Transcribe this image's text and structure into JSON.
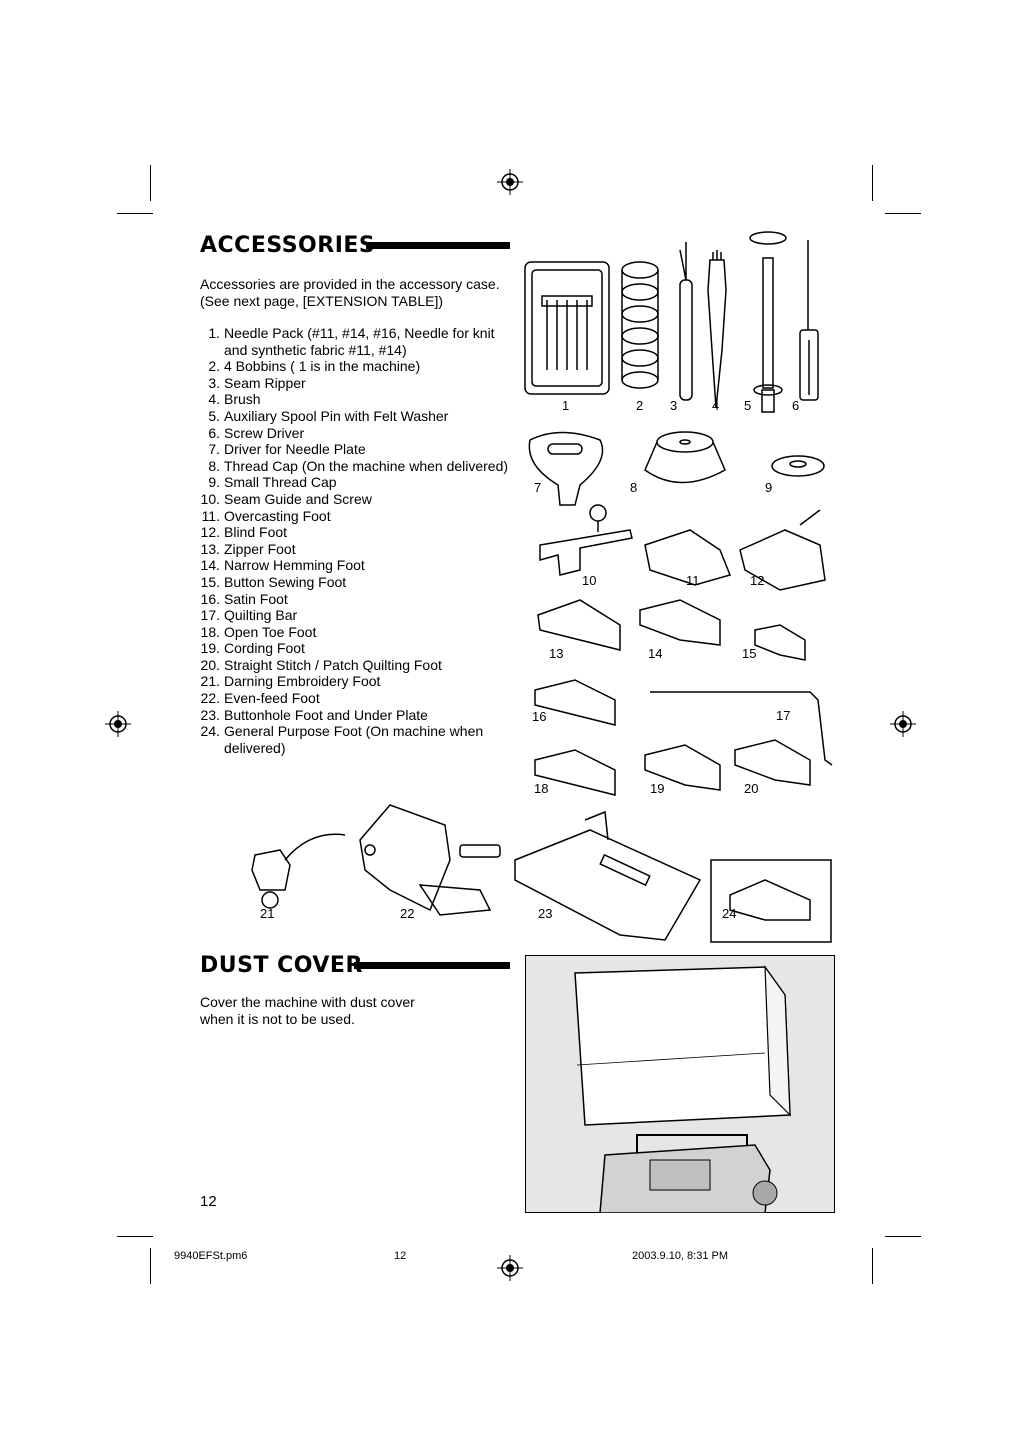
{
  "accessories": {
    "title": "ACCESSORIES",
    "intro_line1": "Accessories are provided in the accessory case.",
    "intro_line2": "(See next page, [EXTENSION TABLE])",
    "items": [
      {
        "num": "1.",
        "text": "Needle Pack (#11, #14, #16, Needle for knit",
        "text2": "and synthetic fabric #11, #14)"
      },
      {
        "num": "2.",
        "text": "4 Bobbins ( 1 is in the machine)"
      },
      {
        "num": "3.",
        "text": "Seam Ripper"
      },
      {
        "num": "4.",
        "text": "Brush"
      },
      {
        "num": "5.",
        "text": "Auxiliary Spool Pin with Felt Washer"
      },
      {
        "num": "6.",
        "text": "Screw Driver"
      },
      {
        "num": "7.",
        "text": "Driver for Needle Plate"
      },
      {
        "num": "8.",
        "text": "Thread Cap (On the machine when delivered)"
      },
      {
        "num": "9.",
        "text": "Small Thread Cap"
      },
      {
        "num": "10.",
        "text": "Seam Guide and Screw"
      },
      {
        "num": "11.",
        "text": "Overcasting Foot"
      },
      {
        "num": "12.",
        "text": "Blind Foot"
      },
      {
        "num": "13.",
        "text": "Zipper Foot"
      },
      {
        "num": "14.",
        "text": "Narrow Hemming Foot"
      },
      {
        "num": "15.",
        "text": "Button Sewing Foot"
      },
      {
        "num": "16.",
        "text": "Satin Foot"
      },
      {
        "num": "17.",
        "text": "Quilting Bar"
      },
      {
        "num": "18.",
        "text": "Open Toe Foot"
      },
      {
        "num": "19.",
        "text": "Cording Foot"
      },
      {
        "num": "20.",
        "text": "Straight Stitch / Patch Quilting Foot"
      },
      {
        "num": "21.",
        "text": "Darning Embroidery Foot"
      },
      {
        "num": "22.",
        "text": "Even-feed Foot"
      },
      {
        "num": "23.",
        "text": "Buttonhole Foot and Under Plate"
      },
      {
        "num": "24.",
        "text": "General Purpose Foot (On machine when",
        "text2": "delivered)"
      }
    ],
    "figure_labels": [
      "1",
      "2",
      "3",
      "4",
      "5",
      "6",
      "7",
      "8",
      "9",
      "10",
      "11",
      "12",
      "13",
      "14",
      "15",
      "16",
      "17",
      "18",
      "19",
      "20",
      "21",
      "22",
      "23",
      "24"
    ]
  },
  "dust_cover": {
    "title": "DUST COVER",
    "line1": "Cover the machine with dust cover",
    "line2": "when it is not to be used."
  },
  "page_number": "12",
  "footer": {
    "file": "9940EFSt.pm6",
    "page": "12",
    "timestamp": "2003.9.10, 8:31 PM"
  }
}
